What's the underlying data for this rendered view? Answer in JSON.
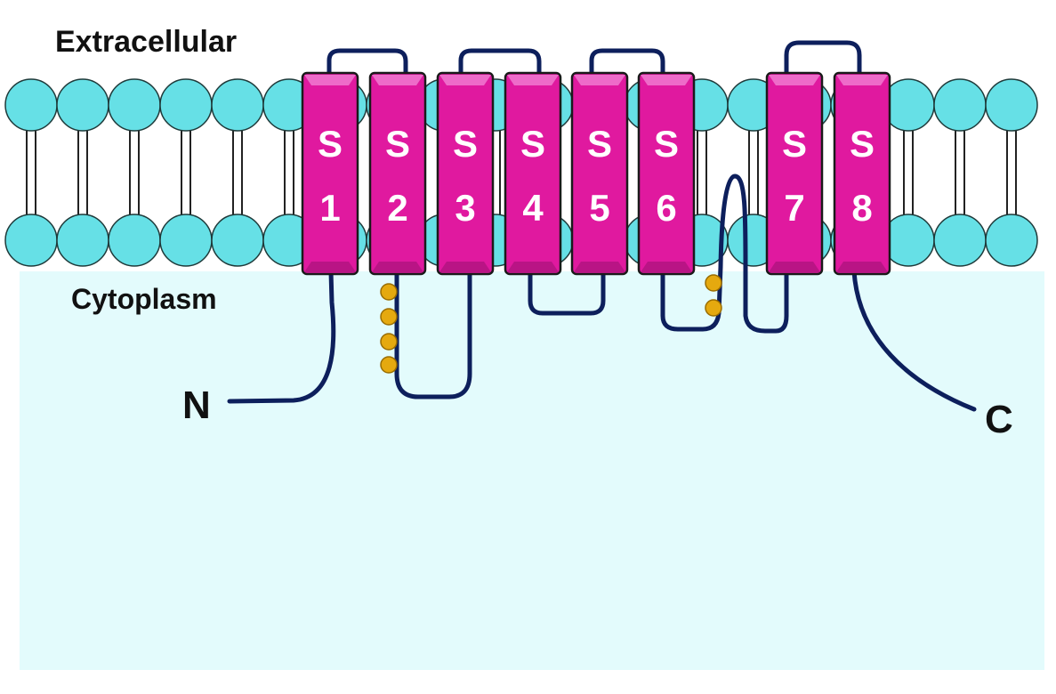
{
  "labels": {
    "extracellular": "Extracellular",
    "cytoplasm": "Cytoplasm",
    "n_terminus": "N",
    "c_terminus": "C"
  },
  "segments": [
    {
      "letter": "S",
      "number": "1"
    },
    {
      "letter": "S",
      "number": "2"
    },
    {
      "letter": "S",
      "number": "3"
    },
    {
      "letter": "S",
      "number": "4"
    },
    {
      "letter": "S",
      "number": "5"
    },
    {
      "letter": "S",
      "number": "6"
    },
    {
      "letter": "S",
      "number": "7"
    },
    {
      "letter": "S",
      "number": "8"
    }
  ],
  "colors": {
    "helix": "#e0199f",
    "helix_highlight": "#f07ad0",
    "helix_outline": "#1a1a1a",
    "lipid_head": "#66e0e6",
    "lipid_outline": "#1f3a3a",
    "chain": "#0d1f5c",
    "bead": "#e5a90f",
    "cytoplasm": "#e3fbfc"
  }
}
